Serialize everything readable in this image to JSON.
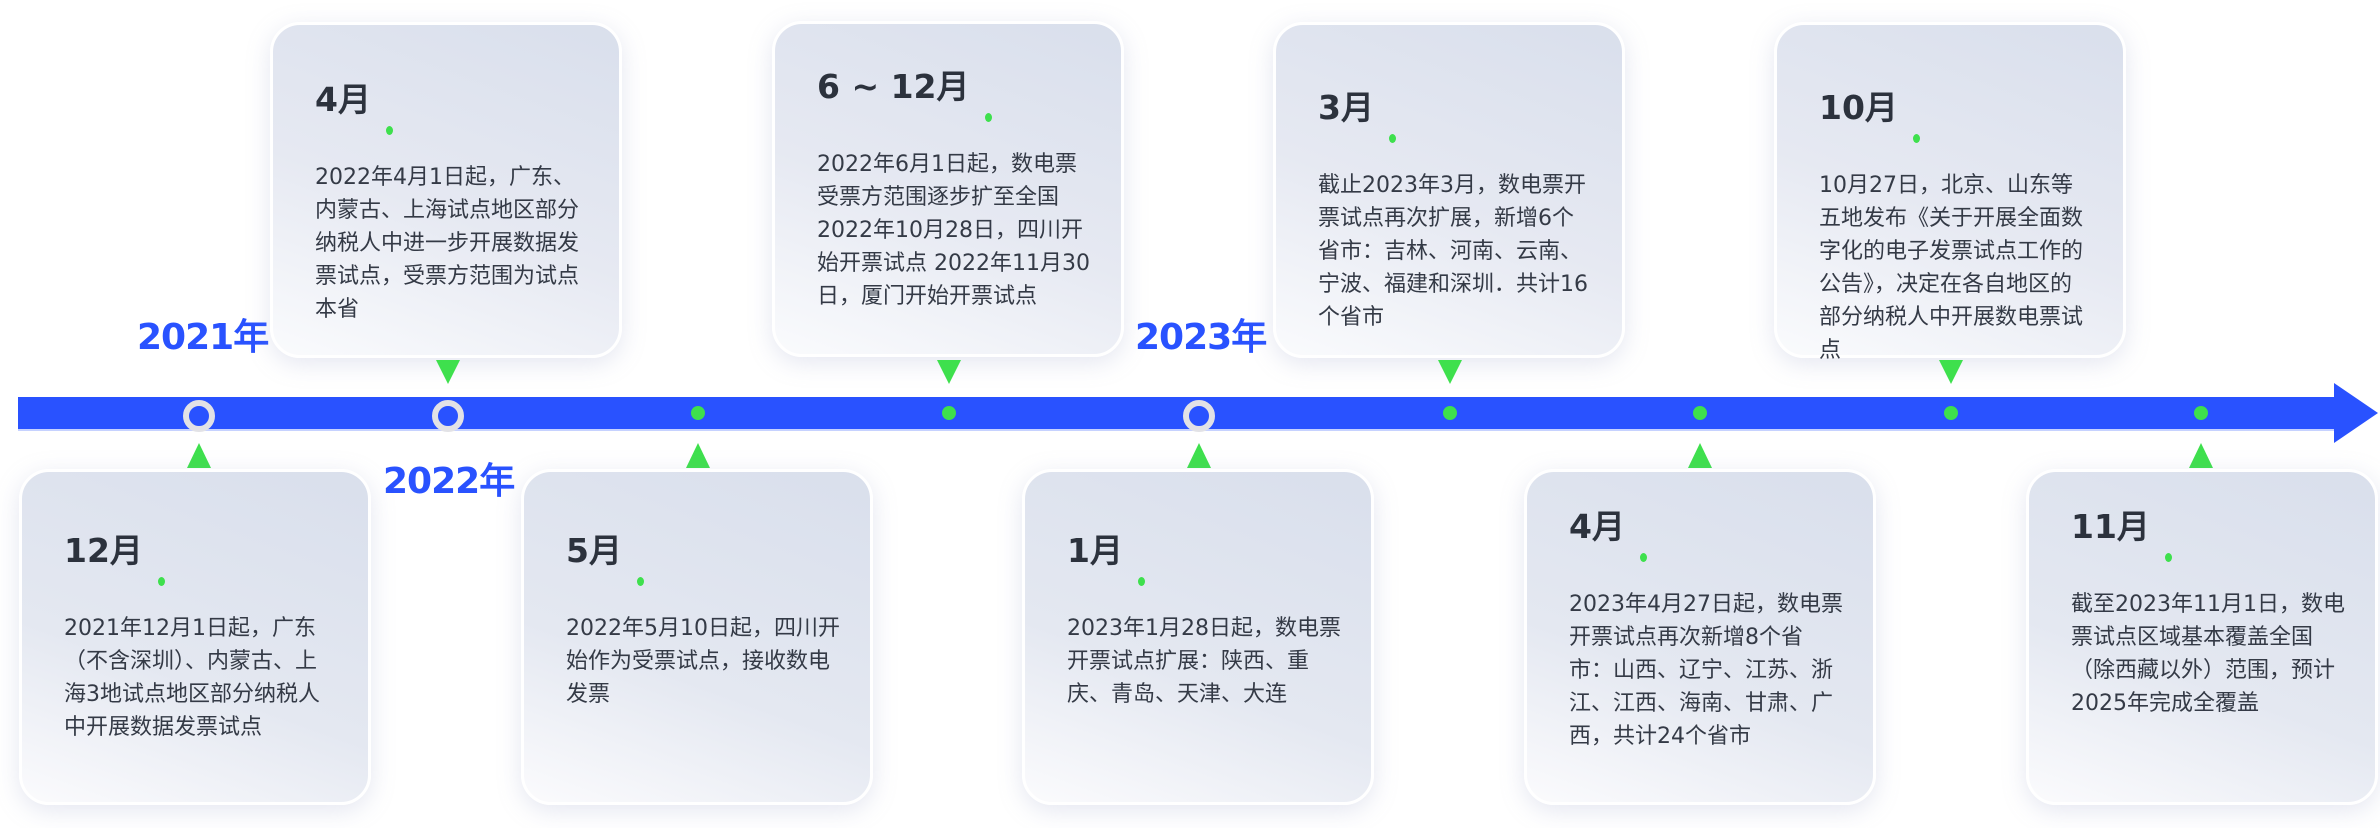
{
  "colors": {
    "timeline": "#2952ff",
    "accent": "#3ee04d",
    "ring": "#e2e2e6",
    "text": "#343a46"
  },
  "years": [
    "2021年",
    "2022年",
    "2023年"
  ],
  "top_events": [
    {
      "month": "4月",
      "text": "2022年4月1日起，广东、内蒙古、上海试点地区部分纳税人中进一步开展数据发票试点，受票方范围为试点本省"
    },
    {
      "month": "6 ~ 12月",
      "text": "2022年6月1日起，数电票受票方范围逐步扩至全国 2022年10月28日，四川开始开票试点 2022年11月30日，厦门开始开票试点"
    },
    {
      "month": "3月",
      "text": "截止2023年3月，数电票开票试点再次扩展，新增6个省市：吉林、河南、云南、宁波、福建和深圳．共计16个省市"
    },
    {
      "month": "10月",
      "text": "10月27日，北京、山东等五地发布《关于开展全面数字化的电子发票试点工作的公告》，决定在各自地区的部分纳税人中开展数电票试点"
    }
  ],
  "bottom_events": [
    {
      "month": "12月",
      "text": "2021年12月1日起，广东（不含深圳）、内蒙古、上海3地试点地区部分纳税人中开展数据发票试点"
    },
    {
      "month": "5月",
      "text": "2022年5月10日起，四川开始作为受票试点，接收数电发票"
    },
    {
      "month": "1月",
      "text": "2023年1月28日起，数电票开票试点扩展：陕西、重庆、青岛、天津、大连"
    },
    {
      "month": "4月",
      "text": "2023年4月27日起，数电票开票试点再次新增8个省市：山西、辽宁、江苏、浙江、江西、海南、甘肃、广西，共计24个省市"
    },
    {
      "month": "11月",
      "text": "截至2023年11月1日，数电票试点区域基本覆盖全国（除西藏以外）范围，预计2025年完成全覆盖"
    }
  ]
}
